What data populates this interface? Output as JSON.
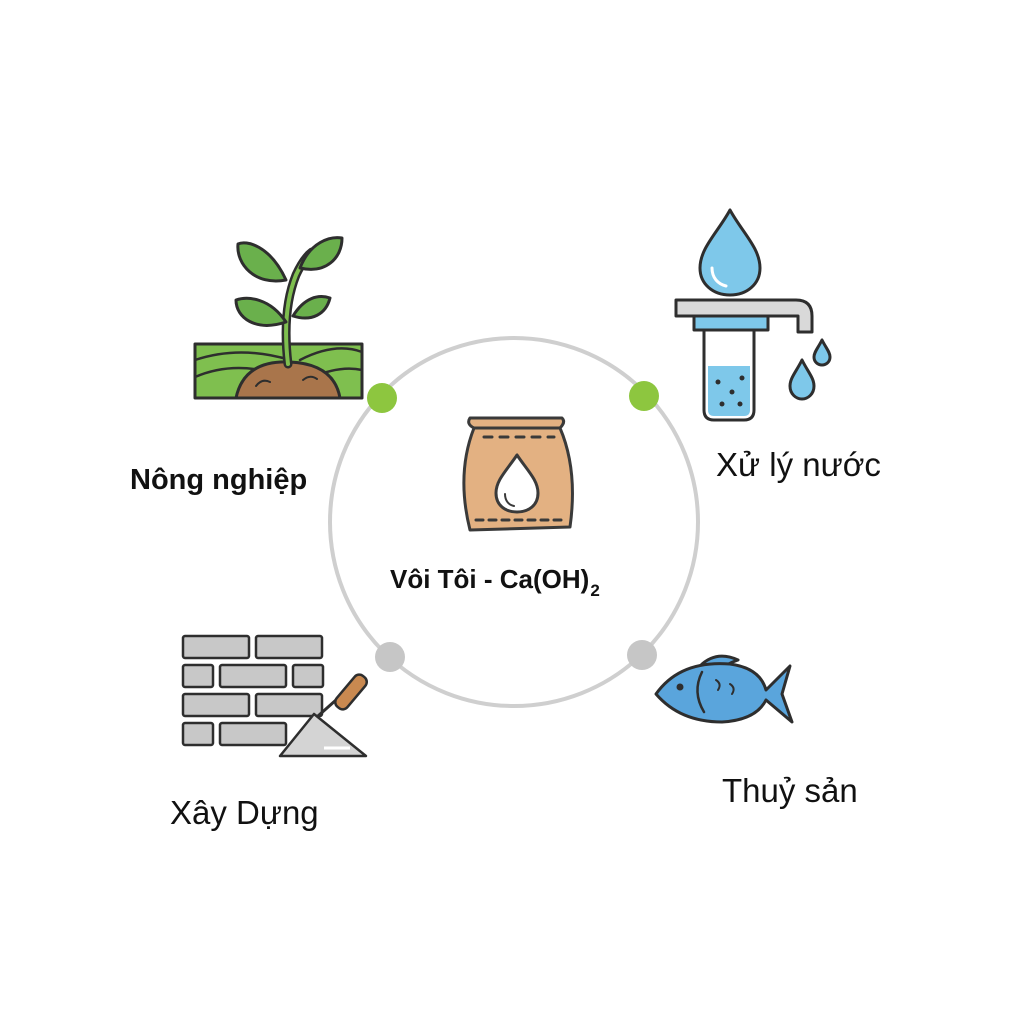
{
  "center": {
    "title": "Vôi Tôi - Ca(OH)",
    "subscript": "2",
    "icon": "lime-bag-icon"
  },
  "applications": [
    {
      "label": "Nông nghiệp",
      "icon": "sprout-icon",
      "dot_color": "#8dc63f"
    },
    {
      "label": "Xử lý nước",
      "icon": "water-filter-icon",
      "dot_color": "#8dc63f"
    },
    {
      "label": "Xây Dựng",
      "icon": "brick-trowel-icon",
      "dot_color": "#c6c6c6"
    },
    {
      "label": "Thuỷ sản",
      "icon": "fish-icon",
      "dot_color": "#c6c6c6"
    }
  ],
  "colors": {
    "ring": "#cfcfcf",
    "green_dot": "#8dc63f",
    "gray_dot": "#c6c6c6",
    "bag": "#e3b182",
    "water": "#7ec8ea",
    "fish": "#5aa5dc",
    "leaf": "#6ab04c",
    "brick": "#c8c8c8"
  }
}
